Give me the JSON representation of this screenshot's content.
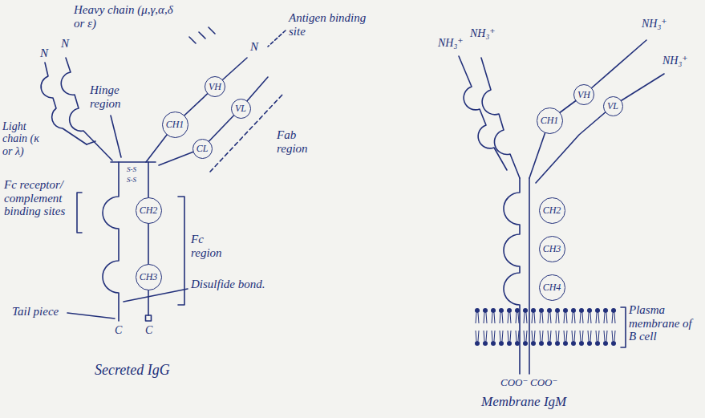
{
  "diagram": {
    "nodes": [
      {
        "text": [
          "VH"
        ]
      },
      {
        "text": [
          "CH1"
        ]
      },
      {
        "text": [
          "VL"
        ]
      },
      {
        "text": [
          "CL"
        ]
      },
      {
        "text": [
          "CH2"
        ]
      },
      {
        "text": [
          "CH3"
        ]
      },
      {
        "text": [
          "VH"
        ]
      },
      {
        "text": [
          "VL"
        ]
      },
      {
        "text": [
          "CH1"
        ]
      },
      {
        "text": [
          "CH2"
        ]
      },
      {
        "text": [
          "CH3"
        ]
      },
      {
        "text": [
          "CH4"
        ]
      }
    ],
    "labels": [
      "N",
      "N",
      "Heavy chain (μ,γ,α,δ or ε)",
      "Antigen binding site",
      "N",
      "Light chain (κ or λ)",
      "Hinge region",
      "S-S",
      "S-S",
      "Fab region",
      "Fc receptor/ complement binding sites",
      "Fc region",
      "Disulfide bond.",
      "Tail piece",
      "C",
      "C",
      "Secreted IgG",
      "NH₃⁺",
      "NH₃⁺",
      "NH₃⁺",
      "NH₃⁺",
      "Plasma membrane of B cell",
      "COO⁻",
      "COO⁻",
      "Membrane IgM"
    ]
  }
}
